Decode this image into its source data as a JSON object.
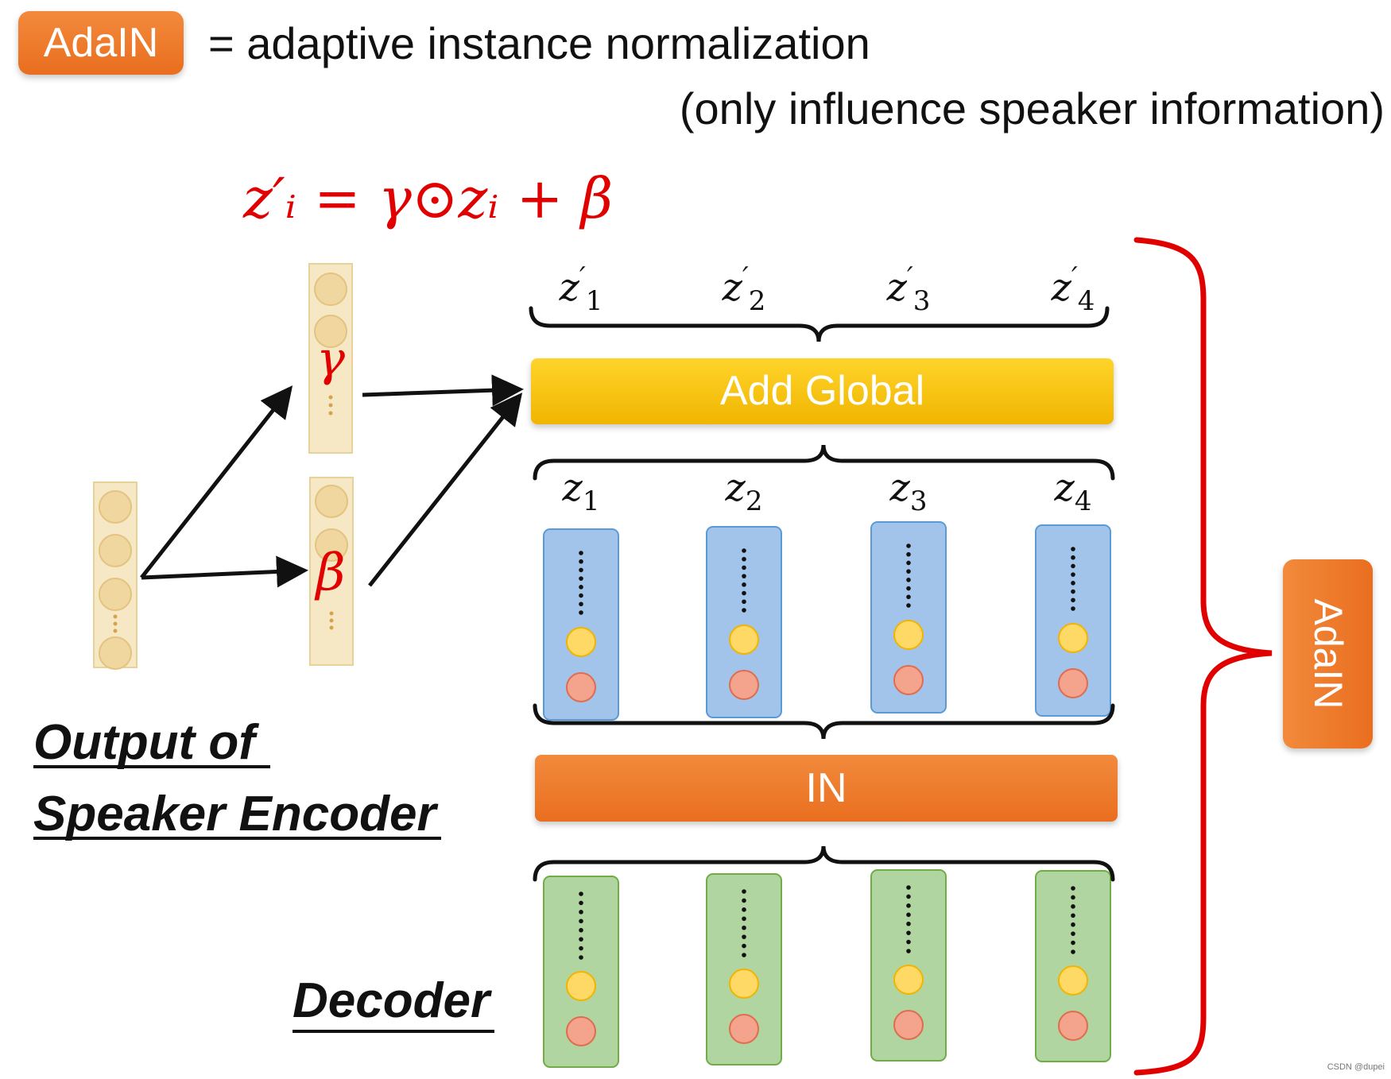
{
  "header": {
    "badge": "AdaIN",
    "definition": "= adaptive instance normalization",
    "note": "(only influence speaker information)"
  },
  "formula": "z′ᵢ = γ⊙zᵢ + β",
  "speaker_encoder": {
    "label_line1": "Output of",
    "label_line2": "Speaker Encoder",
    "gamma": "γ",
    "beta": "β"
  },
  "add_global": "Add Global",
  "in_block": "IN",
  "side_badge": "AdaIN",
  "decoder_label": "Decoder",
  "z_prime_labels": [
    {
      "base": "z",
      "prime": "′",
      "sub": "1"
    },
    {
      "base": "z",
      "prime": "′",
      "sub": "2"
    },
    {
      "base": "z",
      "prime": "′",
      "sub": "3"
    },
    {
      "base": "z",
      "prime": "′",
      "sub": "4"
    }
  ],
  "z_labels": [
    {
      "base": "z",
      "prime": "",
      "sub": "1"
    },
    {
      "base": "z",
      "prime": "",
      "sub": "2"
    },
    {
      "base": "z",
      "prime": "",
      "sub": "3"
    },
    {
      "base": "z",
      "prime": "",
      "sub": "4"
    }
  ],
  "watermark": "CSDN @dupei",
  "colors": {
    "accent_red": "#e10000",
    "orange": "#ef7a2d",
    "yellow": "#ffc800",
    "speaker_vector": "#f6e8c4",
    "blue_vector": "#a3c4ea",
    "green_vector": "#b0d5a0",
    "yellow_dot": "#ffd966",
    "red_dot": "#f4a38c"
  }
}
